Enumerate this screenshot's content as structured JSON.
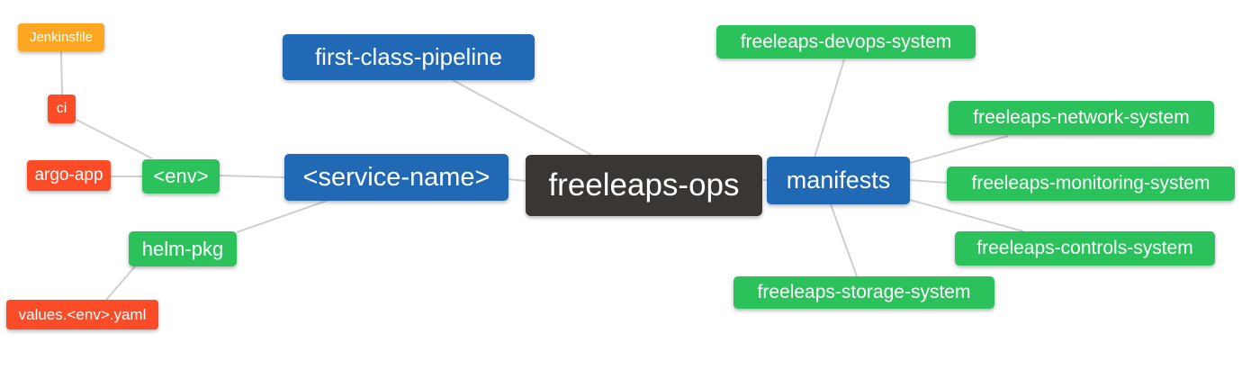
{
  "diagram": {
    "type": "mindmap",
    "palette": {
      "root": "#3a3633",
      "level1": "#2169b4",
      "level2": "#2bc25c",
      "level3": "#fb4b27",
      "level4": "#fba722",
      "edge": "#cfcfcf",
      "text": "#ffffff",
      "background": "#ffffff"
    },
    "nodes": {
      "freeleaps_ops": {
        "label": "freeleaps-ops",
        "level": "root"
      },
      "first_class_pipeline": {
        "label": "first-class-pipeline",
        "level": "level1"
      },
      "service_name": {
        "label": "<service-name>",
        "level": "level1"
      },
      "manifests": {
        "label": "manifests",
        "level": "level1"
      },
      "env": {
        "label": "<env>",
        "level": "level2"
      },
      "helm_pkg": {
        "label": "helm-pkg",
        "level": "level2"
      },
      "ci": {
        "label": "ci",
        "level": "level3"
      },
      "argo_app": {
        "label": "argo-app",
        "level": "level3"
      },
      "values_env_yaml": {
        "label": "values.<env>.yaml",
        "level": "level3"
      },
      "jenkinsfile": {
        "label": "Jenkinsfile",
        "level": "level4"
      },
      "devops_system": {
        "label": "freeleaps-devops-system",
        "level": "level2"
      },
      "network_system": {
        "label": "freeleaps-network-system",
        "level": "level2"
      },
      "monitoring_system": {
        "label": "freeleaps-monitoring-system",
        "level": "level2"
      },
      "controls_system": {
        "label": "freeleaps-controls-system",
        "level": "level2"
      },
      "storage_system": {
        "label": "freeleaps-storage-system",
        "level": "level2"
      }
    },
    "edges": [
      {
        "from": "jenkinsfile",
        "to": "ci"
      },
      {
        "from": "ci",
        "to": "env"
      },
      {
        "from": "argo_app",
        "to": "env"
      },
      {
        "from": "env",
        "to": "service_name"
      },
      {
        "from": "helm_pkg",
        "to": "service_name"
      },
      {
        "from": "values_env_yaml",
        "to": "helm_pkg"
      },
      {
        "from": "service_name",
        "to": "freeleaps_ops"
      },
      {
        "from": "first_class_pipeline",
        "to": "freeleaps_ops"
      },
      {
        "from": "freeleaps_ops",
        "to": "manifests"
      },
      {
        "from": "manifests",
        "to": "devops_system"
      },
      {
        "from": "manifests",
        "to": "network_system"
      },
      {
        "from": "manifests",
        "to": "monitoring_system"
      },
      {
        "from": "manifests",
        "to": "controls_system"
      },
      {
        "from": "manifests",
        "to": "storage_system"
      }
    ]
  }
}
